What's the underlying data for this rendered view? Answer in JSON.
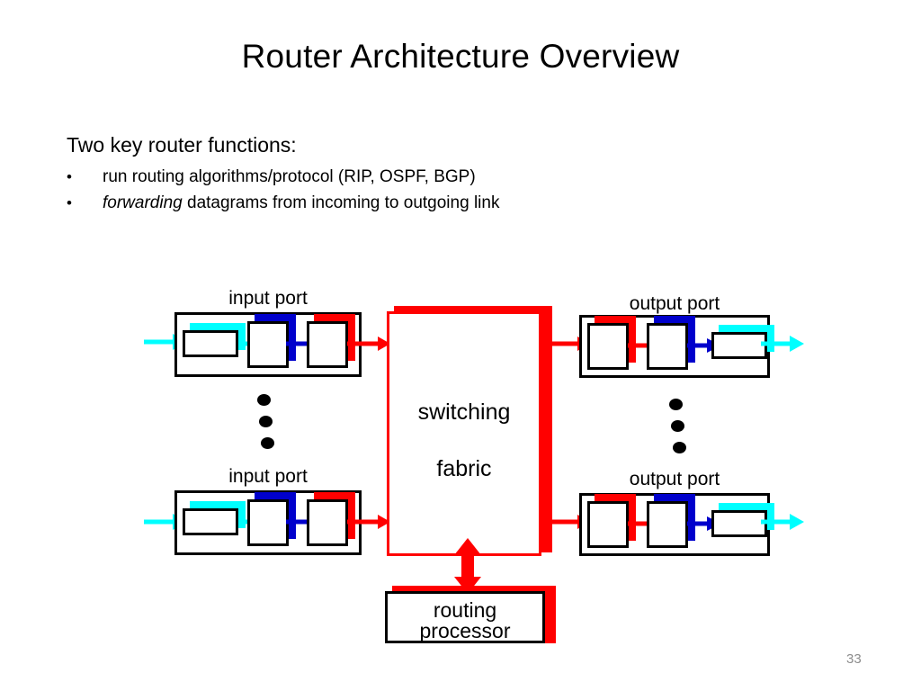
{
  "slide": {
    "title": "Router Architecture Overview",
    "lead": "Two key router functions:",
    "bullets": [
      {
        "marker": "•",
        "text": "run routing algorithms/protocol (RIP, OSPF, BGP)"
      },
      {
        "marker": "•",
        "text_italic": "forwarding",
        "text": " datagrams from incoming to outgoing link"
      }
    ],
    "page_number": "33"
  },
  "diagram": {
    "input_port_label": "input port",
    "output_port_label": "output port",
    "fabric_label_line1": "switching",
    "fabric_label_line2": "fabric",
    "routing_processor_line1": "routing",
    "routing_processor_line2": "processor",
    "vertical_ellipsis": "⋮",
    "colors": {
      "red": "#ff0000",
      "blue": "#0000cc",
      "cyan": "#00ffff",
      "black": "#000000",
      "white": "#ffffff",
      "page_number_gray": "#8c8c8c"
    }
  }
}
